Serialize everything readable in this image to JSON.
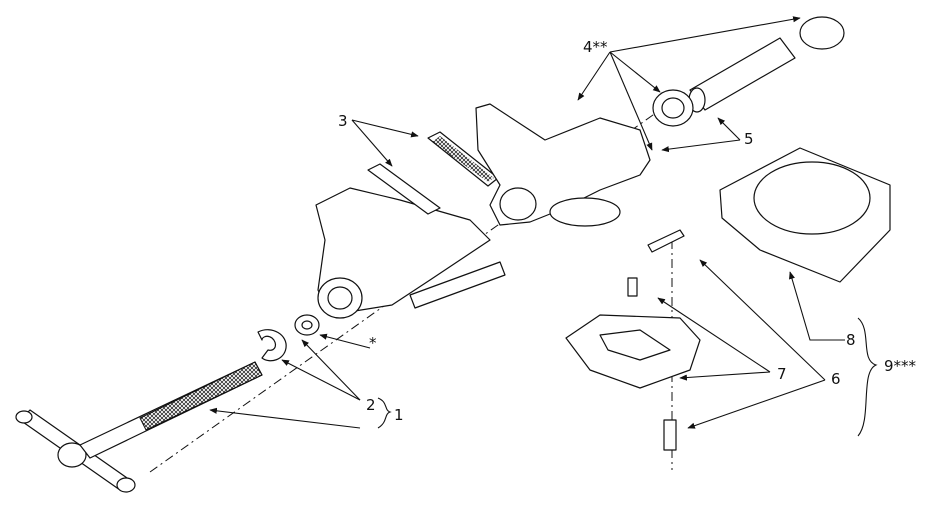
{
  "callouts": {
    "c1": "1",
    "c2": "2",
    "c3": "3",
    "c4": "4**",
    "c5": "5",
    "c6": "6",
    "c7": "7",
    "c8": "8",
    "c9": "9***",
    "star": "*"
  }
}
